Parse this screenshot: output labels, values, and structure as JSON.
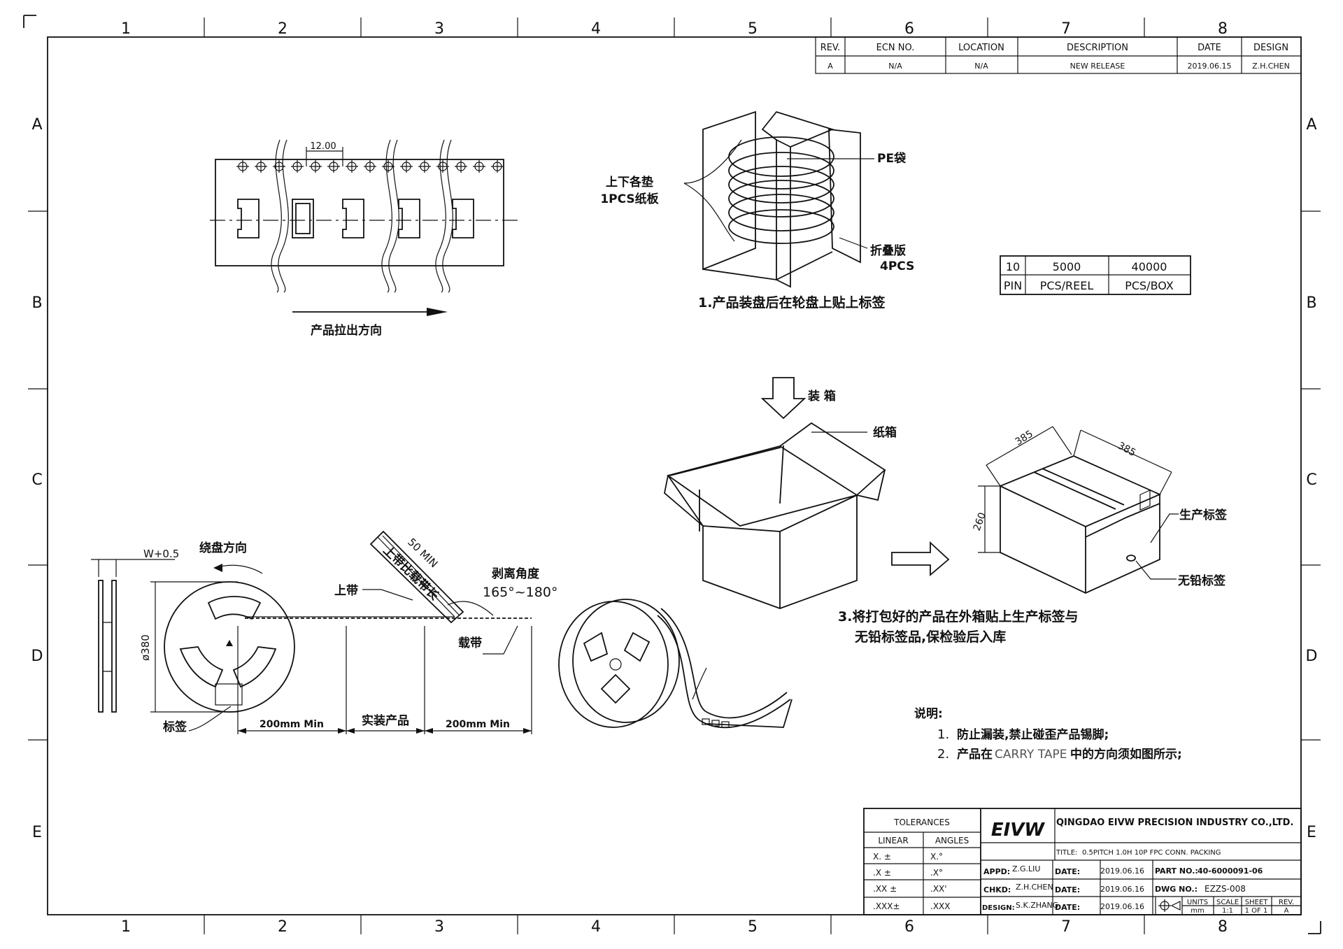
{
  "frame": {
    "cols": [
      "1",
      "2",
      "3",
      "4",
      "5",
      "6",
      "7",
      "8"
    ],
    "rows": [
      "A",
      "B",
      "C",
      "D",
      "E"
    ]
  },
  "revision": {
    "headers": [
      "REV.",
      "ECN NO.",
      "LOCATION",
      "DESCRIPTION",
      "DATE",
      "DESIGN"
    ],
    "row": [
      "A",
      "N/A",
      "N/A",
      "NEW RELEASE",
      "2019.06.15",
      "Z.H.CHEN"
    ]
  },
  "tape": {
    "pitch": "12.00",
    "direction_label": "产品拉出方向"
  },
  "reel_box": {
    "pad_label_1": "上下各垫",
    "pad_label_2": "1PCS纸板",
    "pe_bag": "PE袋",
    "fold_board_1": "折叠版",
    "fold_board_2": "4PCS",
    "step1": "1.产品装盘后在轮盘上贴上标签"
  },
  "quantity_table": {
    "values": [
      "10",
      "5000",
      "40000"
    ],
    "units": [
      "PIN",
      "PCS/REEL",
      "PCS/BOX"
    ]
  },
  "carton": {
    "boxing": "装 箱",
    "carton_label": "纸箱",
    "dim_1": "385",
    "dim_2": "385",
    "dim_3": "260",
    "production_label": "生产标签",
    "lead_free_label": "无铅标签",
    "step3_line1": "3.将打包好的产品在外箱贴上生产标签与",
    "step3_line2": "无铅标签品,保检验后入库"
  },
  "reel_side": {
    "width": "W+0.5",
    "winding": "绕盘方向",
    "diameter": "ø380",
    "label": "标签",
    "cover_tape": "上带",
    "cover_longer": "上带比载带长",
    "min_len": "50 MIN",
    "peel_angle": "剥离角度",
    "peel_range": "165°~180°",
    "carrier_tape": "载带",
    "seg_1": "200mm Min",
    "seg_2": "实装产品",
    "seg_3": "200mm Min"
  },
  "notes": {
    "heading": "说明:",
    "n1_num": "1.",
    "n1": "防止漏装,禁止碰歪产品锡脚;",
    "n2_num": "2.",
    "n2_a": "产品在",
    "n2_b": "CARRY TAPE",
    "n2_c": "中的方向须如图所示;"
  },
  "title_block": {
    "tolerances": "TOLERANCES",
    "linear": "LINEAR",
    "angles": "ANGLES",
    "tol_rows": [
      [
        "X.   ±",
        "X.°"
      ],
      [
        ".X   ±",
        ".X°"
      ],
      [
        ".XX ±",
        ".XX'"
      ],
      [
        ".XXX±",
        ".XXX"
      ]
    ],
    "logo": "EIVW",
    "company": "QINGDAO EIVW PRECISION INDUSTRY CO.,LTD.",
    "title_label": "TITLE:",
    "title": "0.5PITCH 1.0H 10P FPC CONN.  PACKING",
    "appd_label": "APPD:",
    "appd": "Z.G.LIU",
    "chkd_label": "CHKD:",
    "chkd": "Z.H.CHEN",
    "design_label": "DESIGN:",
    "design": "S.K.ZHANG",
    "date_label": "DATE:",
    "date1": "2019.06.16",
    "date2": "2019.06.16",
    "date3": "2019.06.16",
    "part_label": "PART NO.:",
    "part": "40-6000091-06",
    "dwg_label": "DWG NO.:",
    "dwg": "EZZS-008",
    "units_h": "UNITS",
    "scale_h": "SCALE",
    "sheet_h": "SHEET",
    "rev_h": "REV.",
    "units": "mm",
    "scale": "1:1",
    "sheet": "1 OF 1",
    "rev": "A"
  }
}
